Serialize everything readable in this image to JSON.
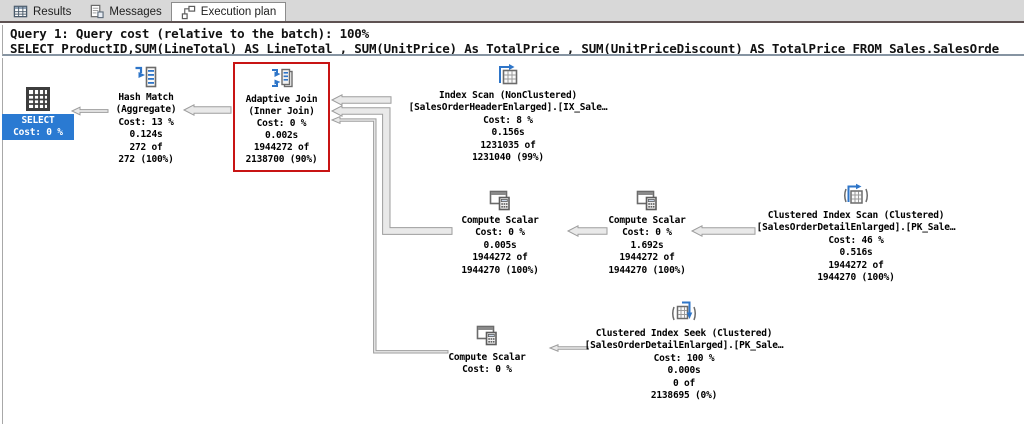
{
  "tabs": [
    {
      "label": "Results",
      "icon": "results-grid-icon",
      "active": false
    },
    {
      "label": "Messages",
      "icon": "messages-icon",
      "active": false
    },
    {
      "label": "Execution plan",
      "icon": "execution-plan-icon",
      "active": true
    }
  ],
  "query_header": {
    "line1": "Query 1: Query cost (relative to the batch): 100%",
    "line2": "SELECT ProductID,SUM(LineTotal) AS LineTotal , SUM(UnitPrice) As TotalPrice , SUM(UnitPriceDiscount) AS TotalPrice FROM Sales.SalesOrde"
  },
  "plan": {
    "colors": {
      "selected_node_bg": "#2a7ad2",
      "highlight_border": "#c81414",
      "icon_blue": "#2e75c8",
      "arrow_fill": "#e9e9e9",
      "arrow_stroke": "#9d9d9d",
      "tab_strip_bg": "#d8d8d8"
    },
    "nodes": [
      {
        "id": "select",
        "icon": "select-result-grid-icon",
        "lines": [
          "SELECT",
          "Cost: 0 %"
        ]
      },
      {
        "id": "hash-match",
        "icon": "hash-match-icon",
        "lines": [
          "Hash Match",
          "(Aggregate)",
          "Cost: 13 %",
          "0.124s",
          "272 of",
          "272 (100%)"
        ]
      },
      {
        "id": "adaptive-join",
        "icon": "adaptive-join-icon",
        "lines": [
          "Adaptive Join",
          "(Inner Join)",
          "Cost: 0 %",
          "0.002s",
          "1944272 of",
          "2138700 (90%)"
        ]
      },
      {
        "id": "index-scan",
        "icon": "index-scan-icon",
        "lines": [
          "Index Scan (NonClustered)",
          "[SalesOrderHeaderEnlarged].[IX_Sale…",
          "Cost: 8 %",
          "0.156s",
          "1231035 of",
          "1231040 (99%)"
        ]
      },
      {
        "id": "compute-scalar-1",
        "icon": "compute-scalar-icon",
        "lines": [
          "Compute Scalar",
          "Cost: 0 %",
          "0.005s",
          "1944272 of",
          "1944270 (100%)"
        ]
      },
      {
        "id": "compute-scalar-2",
        "icon": "compute-scalar-icon",
        "lines": [
          "Compute Scalar",
          "Cost: 0 %",
          "1.692s",
          "1944272 of",
          "1944270 (100%)"
        ]
      },
      {
        "id": "clustered-index-scan",
        "icon": "clustered-index-scan-icon",
        "lines": [
          "Clustered Index Scan (Clustered)",
          "[SalesOrderDetailEnlarged].[PK_Sale…",
          "Cost: 46 %",
          "0.516s",
          "1944272 of",
          "1944270 (100%)"
        ]
      },
      {
        "id": "compute-scalar-3",
        "icon": "compute-scalar-icon",
        "lines": [
          "Compute Scalar",
          "Cost: 0 %"
        ]
      },
      {
        "id": "clustered-index-seek",
        "icon": "clustered-index-seek-icon",
        "lines": [
          "Clustered Index Seek (Clustered)",
          "[SalesOrderDetailEnlarged].[PK_Sale…",
          "Cost: 100 %",
          "0.000s",
          "0 of",
          "2138695 (0%)"
        ]
      }
    ]
  }
}
